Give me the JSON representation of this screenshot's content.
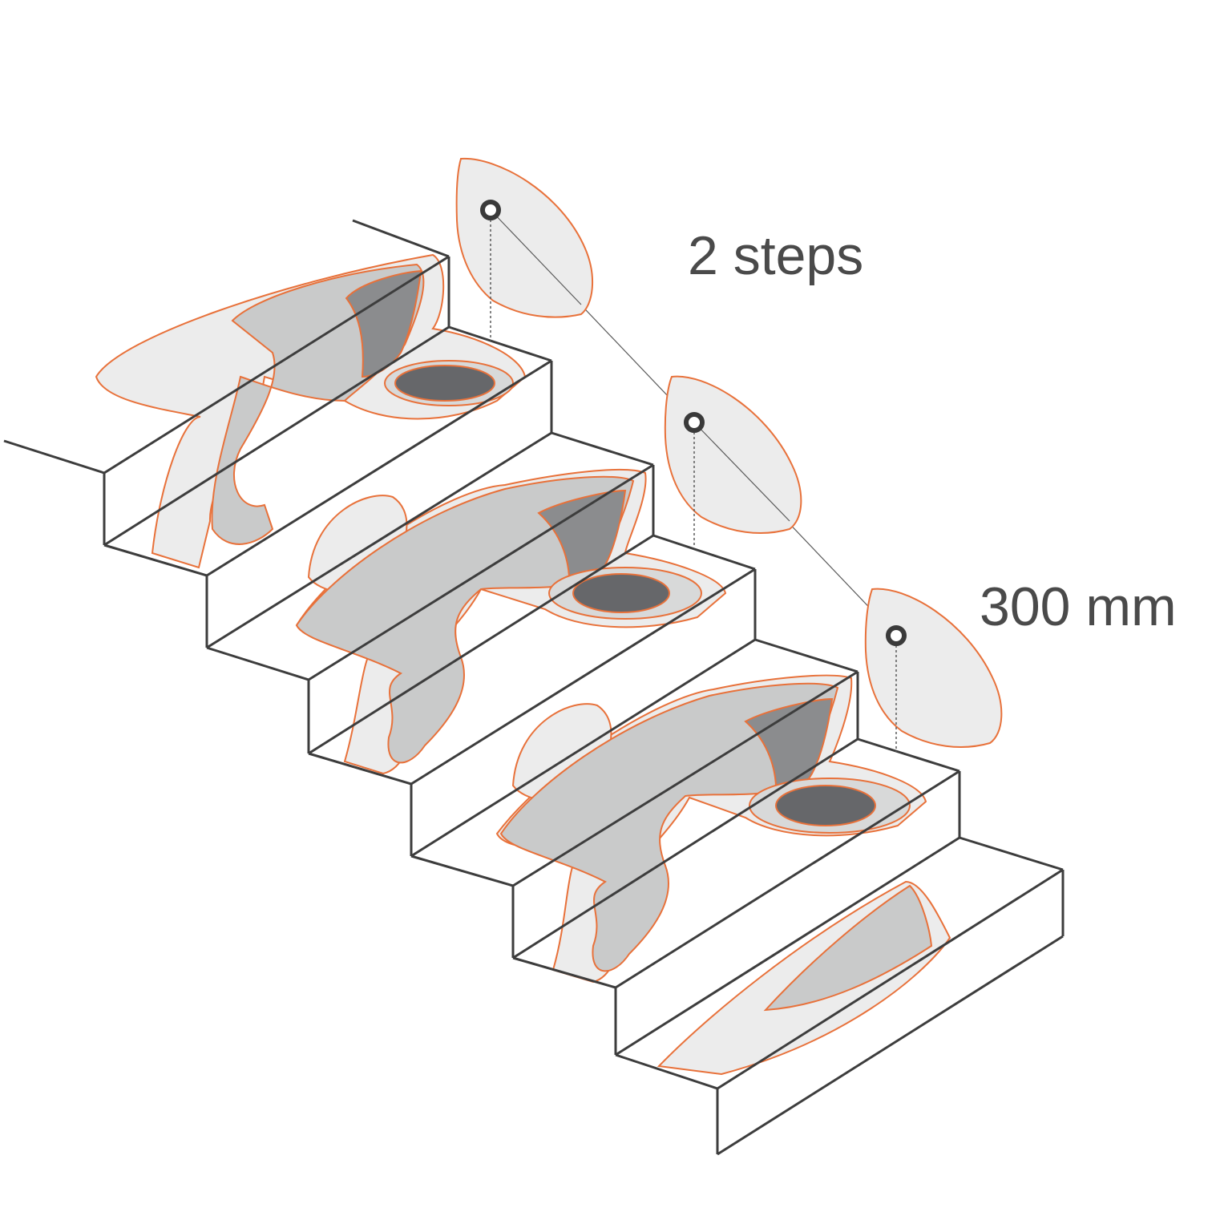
{
  "labels": {
    "spacing_steps": "2 steps",
    "spacing_distance": "300 mm"
  },
  "colors": {
    "stair_line": "#3d3d3d",
    "contour": "#e8713a",
    "light_zone": "#ececec",
    "mid_zone": "#c9caca",
    "dark_zone": "#8b8c8e",
    "darkest_zone": "#66676a",
    "luminaire": "#3a3a3a",
    "background": "#ffffff"
  },
  "icons": {
    "luminaire": "recessed-downlight-icon"
  },
  "luminaire_count": 3
}
